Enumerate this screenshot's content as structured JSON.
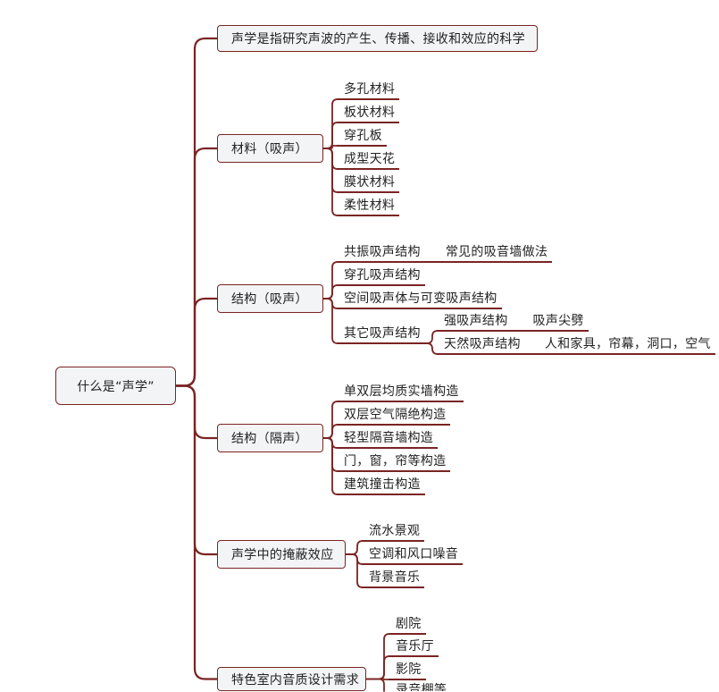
{
  "root": {
    "label": "什么是“声学”"
  },
  "branches": [
    {
      "label": "声学是指研究声波的产生、传播、接收和效应的科学"
    },
    {
      "label": "材料（吸声）",
      "children": [
        {
          "label": "多孔材料"
        },
        {
          "label": "板状材料"
        },
        {
          "label": "穿孔板"
        },
        {
          "label": "成型天花"
        },
        {
          "label": "膜状材料"
        },
        {
          "label": "柔性材料"
        }
      ]
    },
    {
      "label": "结构（吸声）",
      "children": [
        {
          "label": "共振吸声结构",
          "children": [
            {
              "label": "常见的吸音墙做法"
            }
          ]
        },
        {
          "label": "穿孔吸声结构"
        },
        {
          "label": "空间吸声体与可变吸声结构"
        },
        {
          "label": "其它吸声结构",
          "children": [
            {
              "label": "强吸声结构",
              "children": [
                {
                  "label": "吸声尖劈"
                }
              ]
            },
            {
              "label": "天然吸声结构",
              "children": [
                {
                  "label": "人和家具，帘幕，洞口，空气"
                }
              ]
            }
          ]
        }
      ]
    },
    {
      "label": "结构（隔声）",
      "children": [
        {
          "label": "单双层均质实墙构造"
        },
        {
          "label": "双层空气隔绝构造"
        },
        {
          "label": "轻型隔音墙构造"
        },
        {
          "label": "门，窗，帘等构造"
        },
        {
          "label": "建筑撞击构造"
        }
      ]
    },
    {
      "label": "声学中的掩蔽效应",
      "children": [
        {
          "label": "流水景观"
        },
        {
          "label": "空调和风口噪音"
        },
        {
          "label": "背景音乐"
        }
      ]
    },
    {
      "label": "特色室内音质设计需求",
      "children": [
        {
          "label": "剧院"
        },
        {
          "label": "音乐厅"
        },
        {
          "label": "影院"
        },
        {
          "label": "录音棚等"
        }
      ]
    }
  ],
  "colors": {
    "line": "#7a2424",
    "node_fill": "#f3f4f6",
    "text": "#222222"
  }
}
